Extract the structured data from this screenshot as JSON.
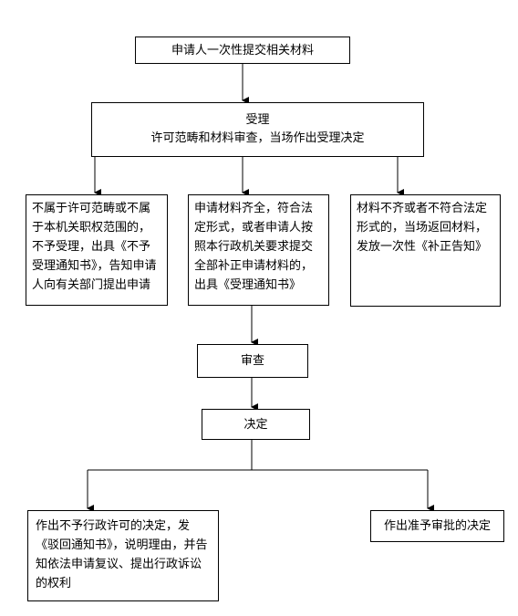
{
  "steps": {
    "submit": "申请人一次性提交相关材料",
    "accept_title": "受理",
    "accept_desc": "许可范畴和材料审查，当场作出受理决定",
    "reject_scope": "不属于许可范畴或不属于本机关职权范围的，不予受理，出具《不予受理通知书》，告知申请人向有关部门提出申请",
    "complete": "申请材料齐全，符合法定形式，或者申请人按照本行政机关要求提交全部补正申请材料的，出具《受理通知书》",
    "incomplete": "材料不齐或者不符合法定形式的，当场返回材料，发放一次性《补正告知》",
    "review": "审查",
    "decision": "决定",
    "deny": "作出不予行政许可的决定，发《驳回通知书》，说明理由，并告知依法申请复议、提出行政诉讼的权利",
    "approve": "作出准予审批的决定"
  }
}
